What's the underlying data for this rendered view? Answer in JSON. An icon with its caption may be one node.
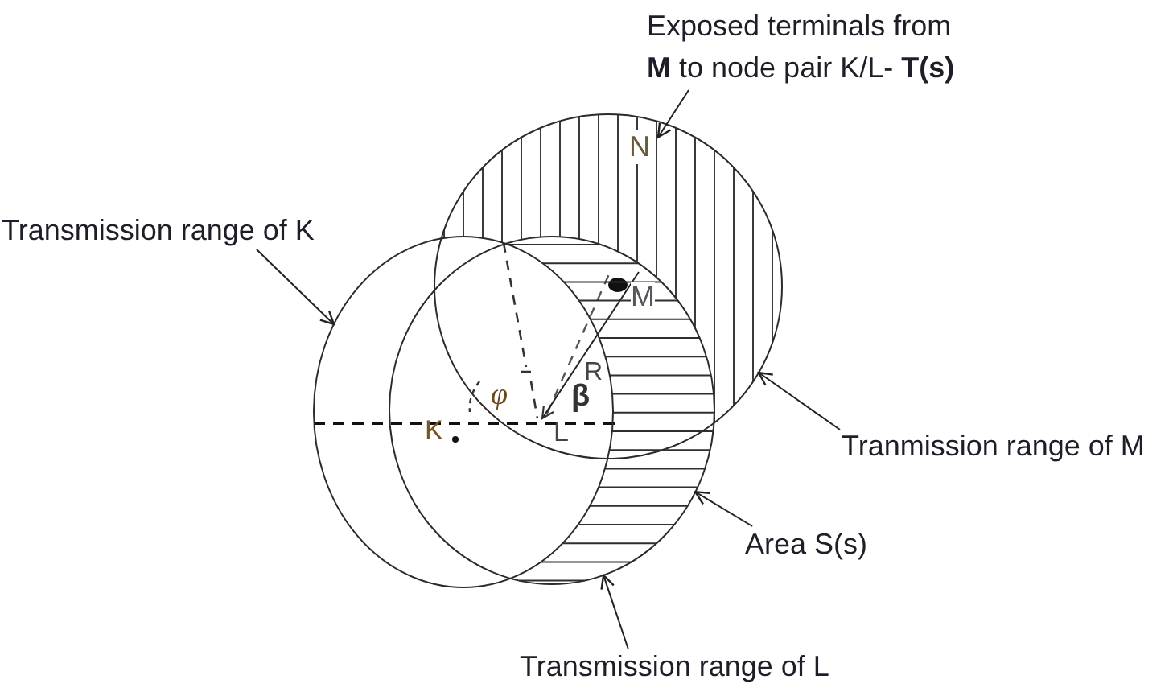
{
  "diagram": {
    "nodes": [
      {
        "text": [
          "Exposed terminals from **M** to node pair K/L- **T(s)**"
        ]
      },
      {
        "text": [],
        "shape": "circle"
      },
      {
        "text": [
          "N"
        ],
        "in": 1
      },
      {
        "text": [
          "Transmission range of K"
        ]
      },
      {
        "text": [],
        "shape": "circle"
      },
      {
        "text": [],
        "shape": "circle"
      },
      {
        "text": [],
        "shape": "crescent",
        "in": 5
      },
      {
        "text": [
          "Tranmission range of M"
        ]
      },
      {
        "text": [
          "Area S(s)"
        ]
      },
      {
        "text": [
          "Transmission range of L"
        ]
      }
    ],
    "edges": [
      {
        "from": 0,
        "to": 2,
        "arrow": "to"
      },
      {
        "from": 3,
        "to": 4,
        "arrow": "to"
      },
      {
        "from": 7,
        "to": 1,
        "arrow": "to"
      },
      {
        "from": 8,
        "to": 6,
        "arrow": "to"
      },
      {
        "from": 9,
        "to": 5,
        "arrow": "to"
      }
    ],
    "labels": [
      "M",
      "R",
      "φ",
      "β",
      "K",
      "L"
    ]
  }
}
